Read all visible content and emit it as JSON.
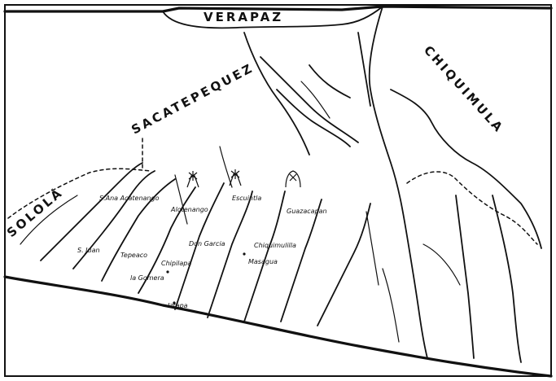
{
  "regions": {
    "north": "VERAPAZ",
    "northwest": "SACATEPEQUEZ",
    "west": "SOLOLÁ",
    "east": "CHIQUIMULA"
  },
  "places": {
    "p1": "S.Ana Acatenango",
    "p2": "Alotenango",
    "p3": "Escuintla",
    "p4": "Guazacapan",
    "p5": "Don Garcia",
    "p6": "Chiquimulilla",
    "p7": "S. Juan",
    "p8": "Tepeaco",
    "p9": "Chipilapa",
    "p10": "Masagua",
    "p11": "la Gomera",
    "p12": "Iztapa"
  },
  "icons": [
    "volcano-icon",
    "volcano-icon",
    "volcano-icon"
  ]
}
